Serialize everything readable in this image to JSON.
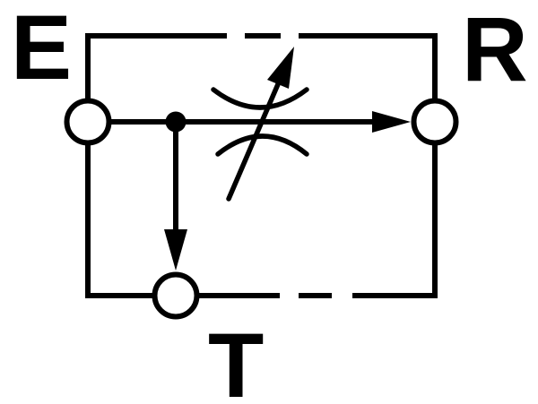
{
  "diagram": {
    "kind": "hydraulic-valve-schematic-symbol",
    "colors": {
      "line": "#000000",
      "background": "#ffffff",
      "port_fill": "#ffffff"
    },
    "ports": [
      {
        "id": "E",
        "label": "E",
        "position": "top-left"
      },
      {
        "id": "R",
        "label": "R",
        "position": "top-right"
      },
      {
        "id": "T",
        "label": "T",
        "position": "bottom-center"
      }
    ],
    "icons": [
      "port-circle-icon",
      "junction-dot-icon",
      "flow-arrow-right-icon",
      "flow-arrow-down-icon",
      "variable-restrictor-icon",
      "adjustment-arrow-icon"
    ]
  }
}
